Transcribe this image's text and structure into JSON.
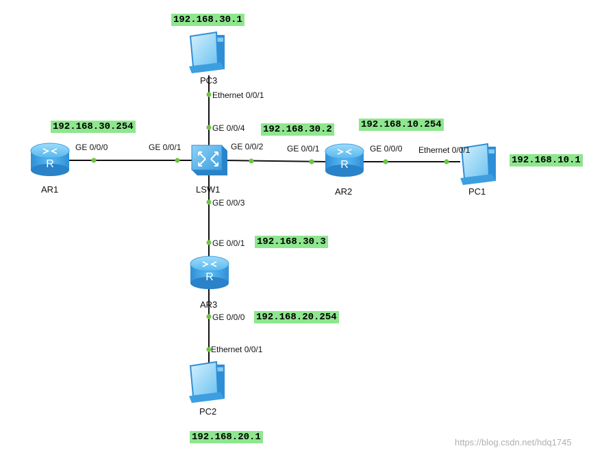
{
  "devices": {
    "ar1": "AR1",
    "ar2": "AR2",
    "ar3": "AR3",
    "lsw1": "LSW1",
    "pc1": "PC1",
    "pc2": "PC2",
    "pc3": "PC3"
  },
  "ips": {
    "pc3": "192.168.30.1",
    "ar1": "192.168.30.254",
    "ar2_g001": "192.168.30.2",
    "ar2_g000": "192.168.10.254",
    "pc1": "192.168.10.1",
    "ar3_g001": "192.168.30.3",
    "ar3_g000": "192.168.20.254",
    "pc2": "192.168.20.1"
  },
  "ports": {
    "pc3_eth": "Ethernet 0/0/1",
    "lsw_g004": "GE 0/0/4",
    "ar1_g000": "GE 0/0/0",
    "lsw_g001": "GE 0/0/1",
    "lsw_g002": "GE 0/0/2",
    "ar2_g001": "GE 0/0/1",
    "ar2_g000": "GE 0/0/0",
    "pc1_eth": "Ethernet 0/0/1",
    "lsw_g003": "GE 0/0/3",
    "ar3_g001": "GE 0/0/1",
    "ar3_g000": "GE 0/0/0",
    "pc2_eth": "Ethernet 0/0/1"
  },
  "watermark": "https://blog.csdn.net/hdq1745",
  "colors": {
    "ip_label_bg": "#8ee68e",
    "link_dot": "#6cc644",
    "device_blue": "#3fa8e8"
  }
}
